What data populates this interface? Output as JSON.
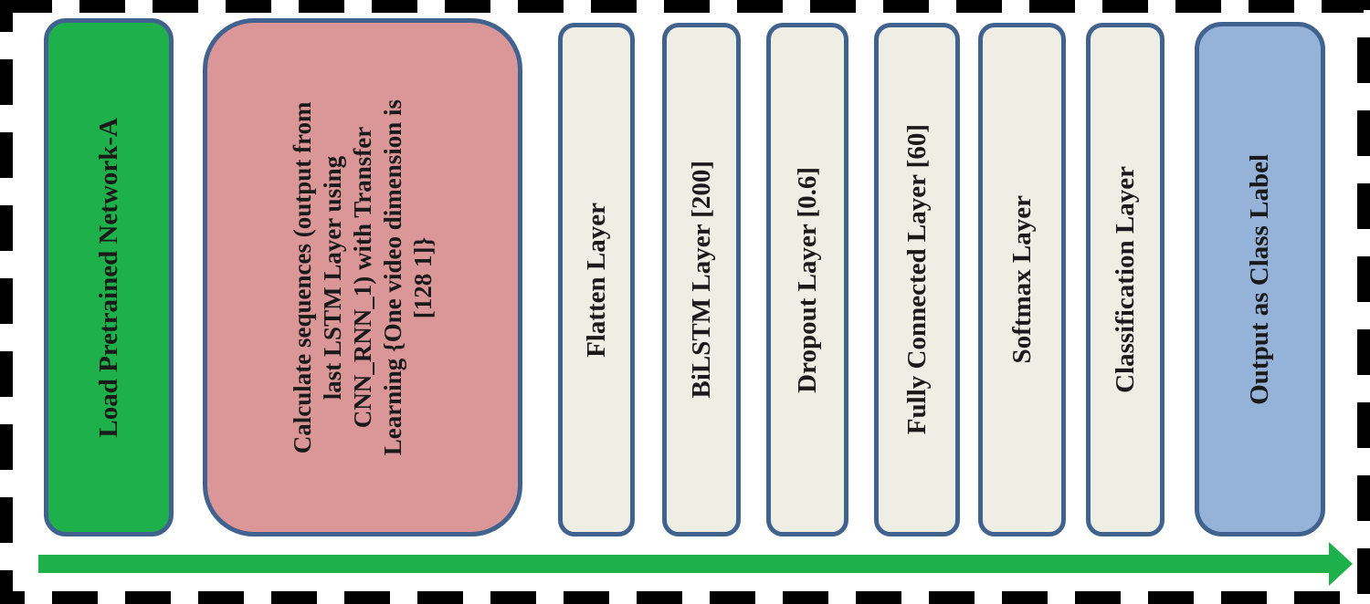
{
  "diagram": {
    "stages": [
      {
        "id": "load-network",
        "label": "Load Pretrained Network-A",
        "fill": "#1db04b"
      },
      {
        "id": "calculate-sequences",
        "label": "Calculate sequences (output from\nlast LSTM Layer using\nCNN_RNN_1) with Transfer\nLearning {One video dimension is\n[128 1]}",
        "fill": "#db9797"
      },
      {
        "id": "flatten-layer",
        "label": "Flatten Layer",
        "fill": "#eeeee4"
      },
      {
        "id": "bilstm-layer",
        "label": "BiLSTM Layer [200]",
        "fill": "#eeeee4"
      },
      {
        "id": "dropout-layer",
        "label": "Dropout Layer [0.6]",
        "fill": "#eeeee4"
      },
      {
        "id": "fully-connected-layer",
        "label": "Fully Connected Layer [60]",
        "fill": "#eeeee4"
      },
      {
        "id": "softmax-layer",
        "label": "Softmax Layer",
        "fill": "#eeeee4"
      },
      {
        "id": "classification-layer",
        "label": "Classification Layer",
        "fill": "#eeeee4"
      },
      {
        "id": "output-class-label",
        "label": "Output as Class Label",
        "fill": "#95b3d9"
      }
    ],
    "colors": {
      "box_border": "#41628f",
      "arrow": "#1db04b",
      "frame": "#000000"
    }
  }
}
